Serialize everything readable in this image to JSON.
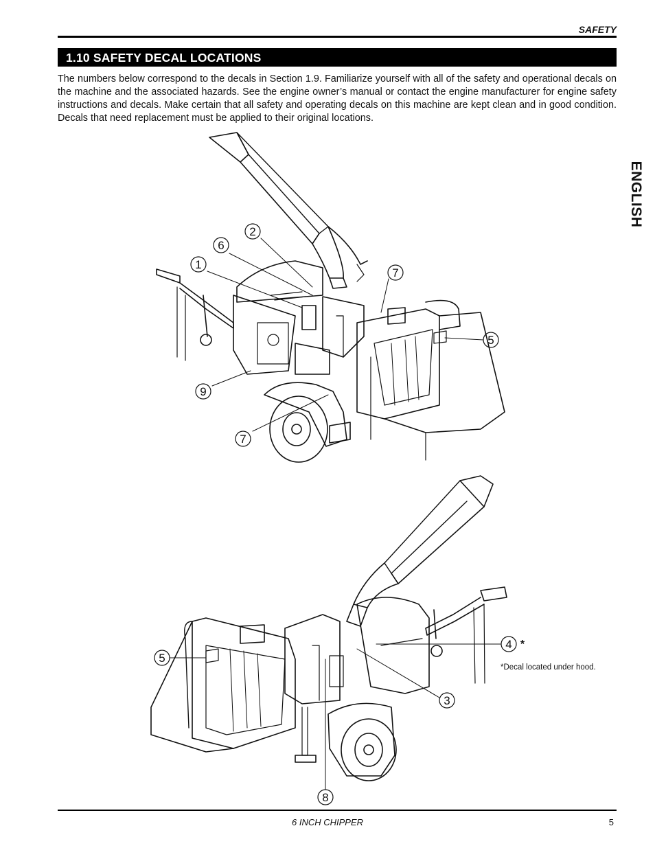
{
  "header": {
    "section_label": "SAFETY"
  },
  "section": {
    "title": "1.10  SAFETY DECAL LOCATIONS"
  },
  "intro_text": "The numbers below correspond to the decals in Section 1.9.  Familiarize yourself with all of the safety and operational decals on the machine and the associated hazards.  See the engine owner’s manual or contact the engine manufacturer for engine safety instructions and decals.  Make certain that all safety and operating decals on this machine are kept clean and in good condition. Decals that need replacement must be applied to their original locations.",
  "side_tab": "ENGLISH",
  "figure_top": {
    "callouts": [
      {
        "label": "2"
      },
      {
        "label": "6"
      },
      {
        "label": "1"
      },
      {
        "label": "7"
      },
      {
        "label": "5"
      },
      {
        "label": "9"
      },
      {
        "label": "7"
      }
    ]
  },
  "figure_bottom": {
    "callouts": [
      {
        "label": "5"
      },
      {
        "label": "4"
      },
      {
        "label": "3"
      },
      {
        "label": "8"
      }
    ],
    "asterisk": "*",
    "note": "*Decal located under hood."
  },
  "footer": {
    "title": "6 INCH CHIPPER",
    "page_number": "5"
  }
}
